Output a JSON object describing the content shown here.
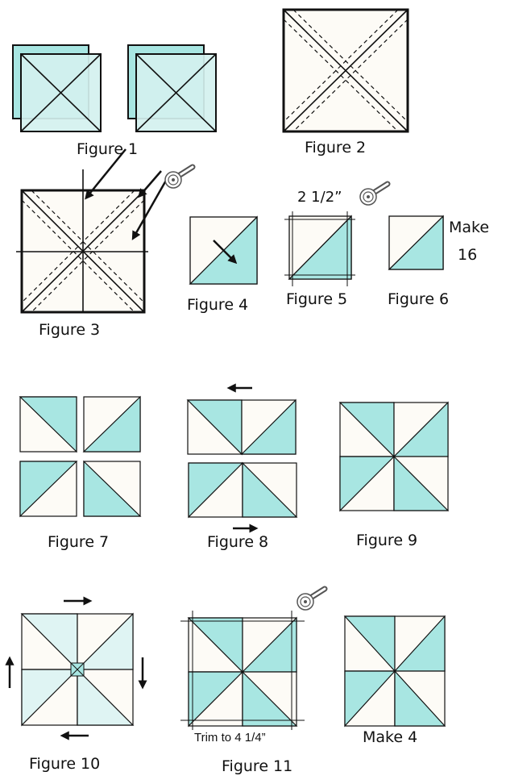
{
  "colors": {
    "teal": "#a8e6e2",
    "teal_light": "#d4f1ef",
    "teal_pale": "#dff4f3",
    "cream": "#fdfbf6",
    "line": "#111111"
  },
  "icons": [
    "rotary-cutter-icon",
    "arrow-icon"
  ],
  "captions": {
    "fig1": "Figure 1",
    "fig2": "Figure 2",
    "fig3": "Figure 3",
    "fig4": "Figure 4",
    "fig5": "Figure 5",
    "fig6": "Figure 6",
    "fig7": "Figure 7",
    "fig8": "Figure 8",
    "fig9": "Figure 9",
    "fig10": "Figure 10",
    "fig11": "Figure 11"
  },
  "labels": {
    "measure_fig5": "2 1/2”",
    "make": "Make",
    "make_count": "16",
    "trim": "Trim to 4 1/4”",
    "make_4": "Make 4"
  }
}
